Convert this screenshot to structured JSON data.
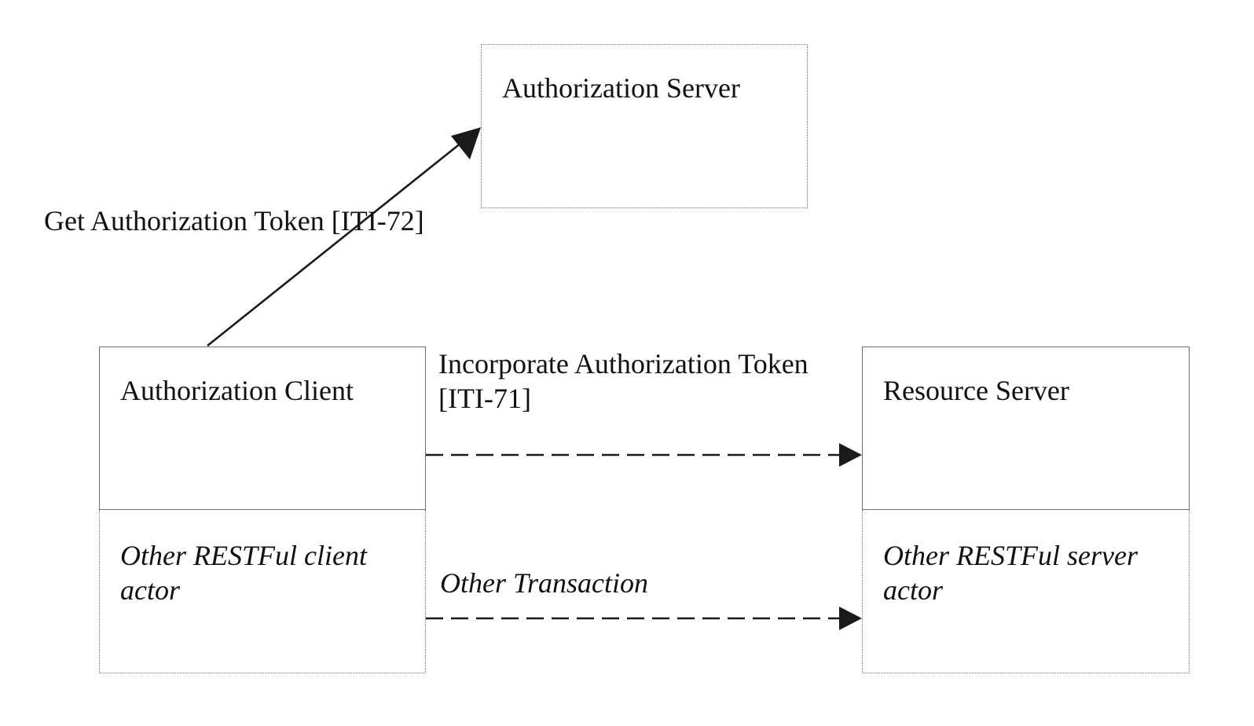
{
  "diagram": {
    "nodes": {
      "authorization_server": {
        "label": "Authorization Server",
        "style": "dotted"
      },
      "authorization_client": {
        "label": "Authorization Client",
        "style": "solid"
      },
      "other_client": {
        "label": "Other RESTFul client actor",
        "style": "dotted"
      },
      "resource_server": {
        "label": "Resource Server",
        "style": "solid"
      },
      "other_server": {
        "label": "Other RESTFul server actor",
        "style": "dotted"
      }
    },
    "edges": {
      "get_token": {
        "from": "authorization_client",
        "to": "authorization_server",
        "label": "Get Authorization Token [ITI-72]",
        "line": "solid"
      },
      "incorporate_token": {
        "from": "authorization_client",
        "to": "resource_server",
        "label_line1": "Incorporate Authorization Token",
        "label_line2": "[ITI-71]",
        "line": "dashed"
      },
      "other_transaction": {
        "from": "other_client",
        "to": "other_server",
        "label": "Other Transaction",
        "line": "dashed"
      }
    },
    "colors": {
      "stroke": "#1a1a1a",
      "box_border": "#6d6d6d"
    }
  }
}
